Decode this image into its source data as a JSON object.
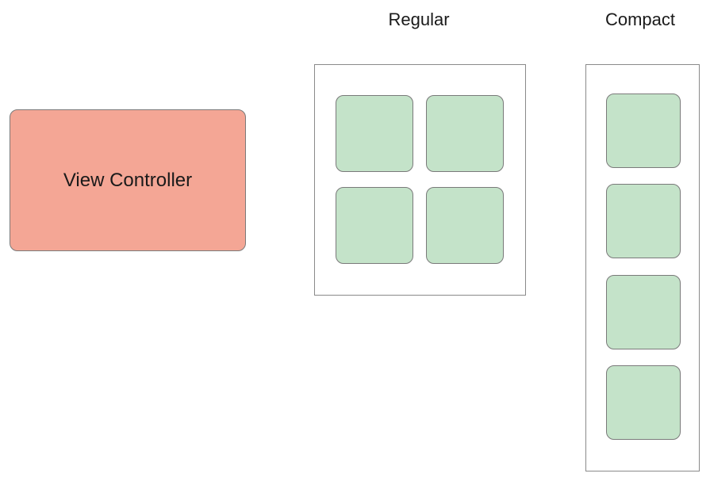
{
  "view_controller": {
    "label": "View Controller",
    "fill_color": "#f4a695"
  },
  "layouts": {
    "regular": {
      "title": "Regular",
      "grid": {
        "columns": 2,
        "rows": 2
      }
    },
    "compact": {
      "title": "Compact",
      "grid": {
        "columns": 1,
        "rows": 4
      }
    }
  },
  "colors": {
    "tile_fill": "#c4e3c9",
    "border": "#7a7a7a",
    "frame_border": "#8a8a8a"
  }
}
